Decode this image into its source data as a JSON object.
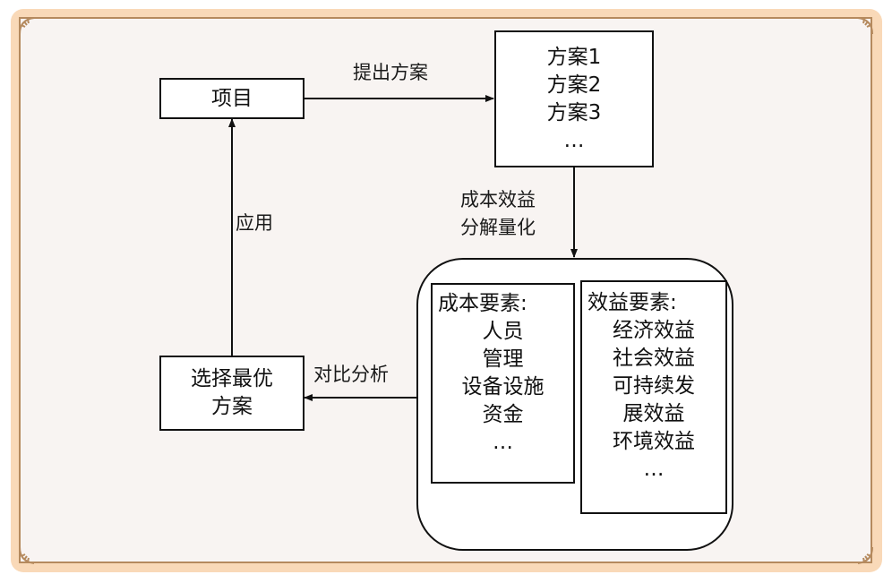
{
  "nodes": {
    "project": "项目",
    "plans": [
      "方案1",
      "方案2",
      "方案3",
      "…"
    ],
    "choose_best": [
      "选择最优",
      "方案"
    ]
  },
  "edges": {
    "propose": "提出方案",
    "decompose": [
      "成本效益",
      "分解量化"
    ],
    "compare": "对比分析",
    "apply": "应用"
  },
  "cost_elements": {
    "title": "成本要素:",
    "items": [
      "人员",
      "管理",
      "设备设施",
      "资金",
      "…"
    ]
  },
  "benefit_elements": {
    "title": "效益要素:",
    "items": [
      "经济效益",
      "社会效益",
      "可持续发",
      "展效益",
      "环境效益",
      "…"
    ]
  },
  "colors": {
    "frame": "#f9d9b8",
    "frame_line": "#b58a5e",
    "canvas": "#f8f4f2",
    "stroke": "#111111"
  }
}
